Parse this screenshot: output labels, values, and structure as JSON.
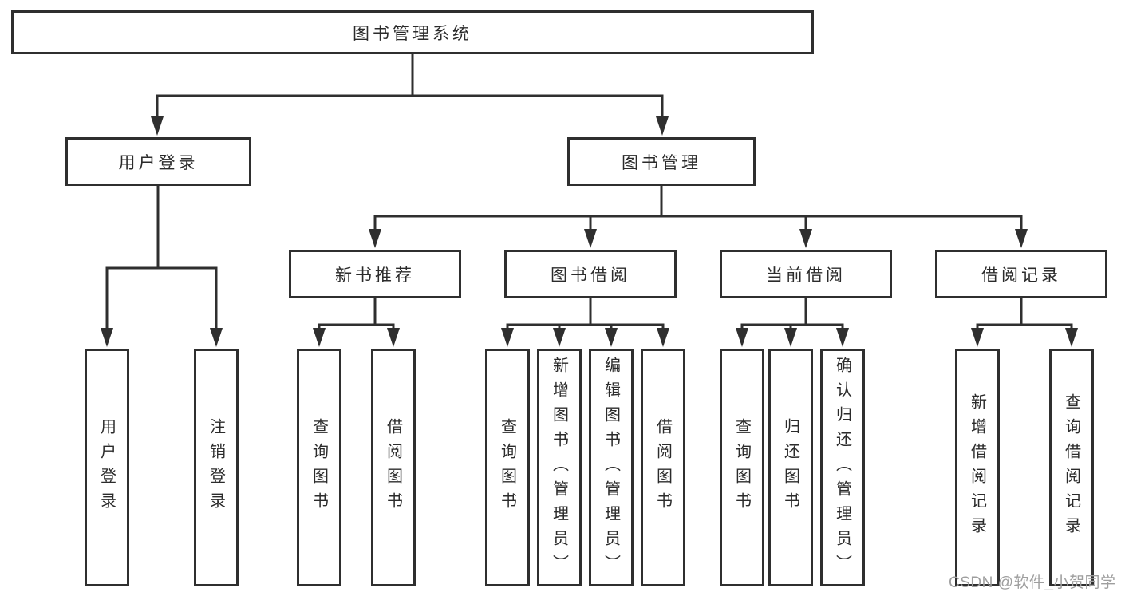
{
  "diagram_type": "hierarchy-tree",
  "colors": {
    "stroke": "#2f2f2f",
    "box_background": "#ffffff",
    "text": "#2b2b2b",
    "watermark": "#9e9e9e",
    "page_background": "#ffffff"
  },
  "tree": {
    "label": "图书管理系统",
    "children": [
      {
        "label": "用户登录",
        "children": [
          {
            "label": "用户登录"
          },
          {
            "label": "注销登录"
          }
        ]
      },
      {
        "label": "图书管理",
        "children": [
          {
            "label": "新书推荐",
            "children": [
              {
                "label": "查询图书"
              },
              {
                "label": "借阅图书"
              }
            ]
          },
          {
            "label": "图书借阅",
            "children": [
              {
                "label": "查询图书"
              },
              {
                "label": "新增图书（管理员）"
              },
              {
                "label": "编辑图书（管理员）"
              },
              {
                "label": "借阅图书"
              }
            ]
          },
          {
            "label": "当前借阅",
            "children": [
              {
                "label": "查询图书"
              },
              {
                "label": "归还图书"
              },
              {
                "label": "确认归还（管理员）"
              }
            ]
          },
          {
            "label": "借阅记录",
            "children": [
              {
                "label": "新增借阅记录"
              },
              {
                "label": "查询借阅记录"
              }
            ]
          }
        ]
      }
    ]
  },
  "watermark": {
    "text": "CSDN @软件_小贺同学"
  }
}
